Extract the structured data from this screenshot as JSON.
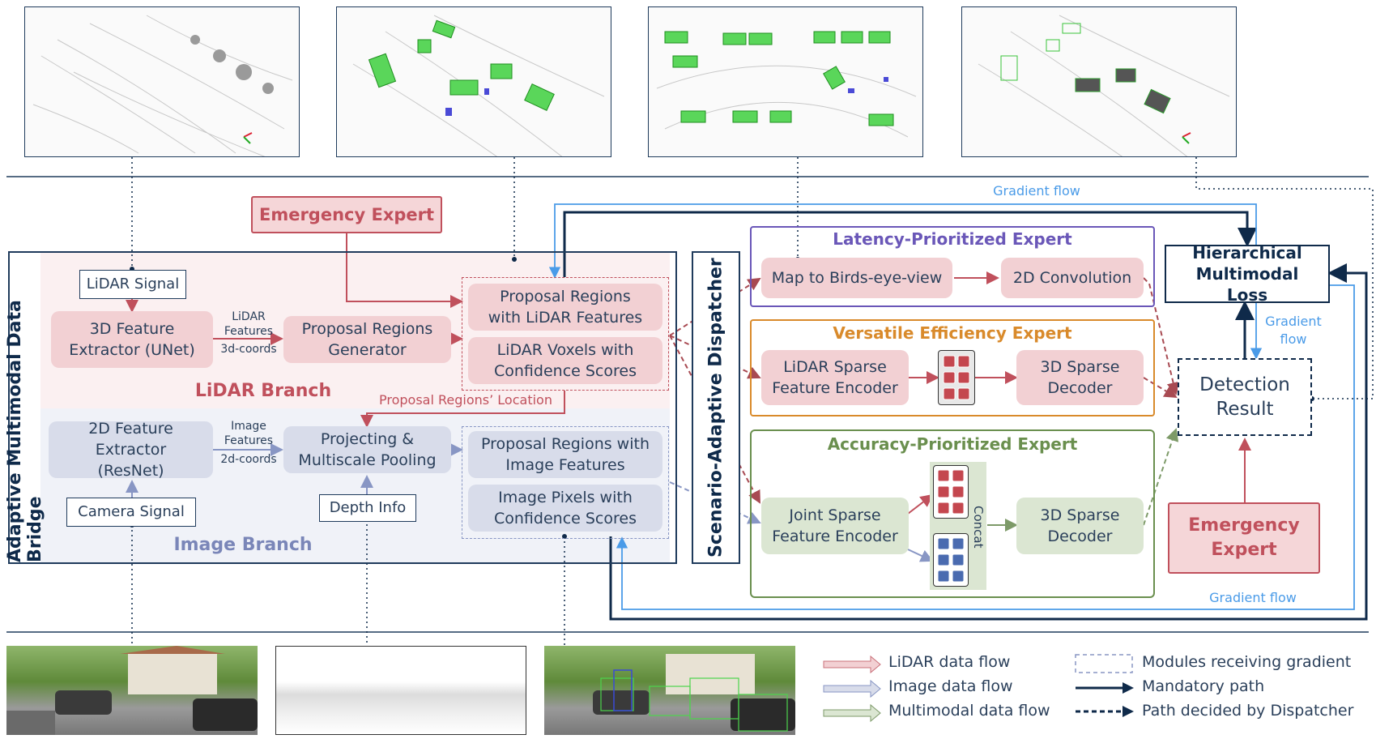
{
  "sections": {
    "bridge_title": "Adaptive Multimodal Data Bridge",
    "dispatcher_title": "Scenario-Adaptive Dispatcher",
    "lidar_branch": "LiDAR Branch",
    "image_branch": "Image Branch"
  },
  "emergency_top": "Emergency Expert",
  "emergency_bottom": "Emergency Expert",
  "lidar": {
    "signal": "LiDAR Signal",
    "extractor": "3D Feature Extractor (UNet)",
    "feat_label": "LiDAR Features",
    "coords_label": "3d-coords",
    "generator": "Proposal Regions Generator",
    "proposal_lidar": "Proposal Regions with LiDAR Features",
    "voxels": "LiDAR Voxels with Confidence Scores",
    "location": "Proposal Regions’ Location"
  },
  "image": {
    "signal": "Camera Signal",
    "extractor": "2D Feature Extractor (ResNet)",
    "feat_label": "Image Features",
    "coords_label": "2d-coords",
    "projecting": "Projecting & Multiscale Pooling",
    "depth": "Depth Info",
    "proposal_image": "Proposal Regions with Image Features",
    "pixels": "Image Pixels with Confidence Scores"
  },
  "experts": {
    "latency": {
      "title": "Latency-Prioritized Expert",
      "step1": "Map to Birds-eye-view",
      "step2": "2D Convolution"
    },
    "versatile": {
      "title": "Versatile Efficiency Expert",
      "step1": "LiDAR Sparse Feature Encoder",
      "step2": "3D Sparse Decoder"
    },
    "accuracy": {
      "title": "Accuracy-Prioritized Expert",
      "step1": "Joint Sparse Feature Encoder",
      "concat": "Concat",
      "step2": "3D Sparse Decoder"
    }
  },
  "loss": "Hierarchical Multimodal Loss",
  "detection": "Detection Result",
  "gradient": {
    "top": "Gradient flow",
    "right": "Gradient flow",
    "bottom": "Gradient flow"
  },
  "legend": {
    "lidar_flow": "LiDAR data flow",
    "image_flow": "Image data flow",
    "multi_flow": "Multimodal data flow",
    "gradient_modules": "Modules receiving gradient",
    "mandatory": "Mandatory path",
    "dispatcher_path": "Path decided by Dispatcher"
  },
  "colors": {
    "lidar": "#c9707a",
    "image": "#8896c4",
    "multimodal": "#7d9a68",
    "gradient": "#4a9be8",
    "navy": "#0f2a4a",
    "lidar_text": "#c0505c",
    "image_text": "#7a86b8",
    "latency": "#6a57b8",
    "versatile": "#d98a2b",
    "accuracy": "#6a8f4e",
    "grid_red": "#c4474f",
    "grid_blue": "#4a6bb0"
  }
}
